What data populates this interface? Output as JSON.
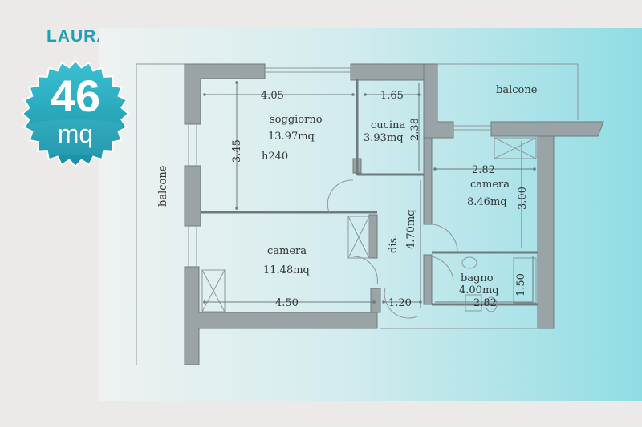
{
  "brand": {
    "name": "LAURA"
  },
  "badge": {
    "value": "46",
    "unit": "mq"
  },
  "plan": {
    "rooms": {
      "soggiorno": {
        "name": "soggiorno",
        "area": "13.97mq",
        "height": "h240"
      },
      "cucina": {
        "name": "cucina",
        "area": "3.93mq"
      },
      "camera_big": {
        "name": "camera",
        "area": "11.48mq"
      },
      "camera_right": {
        "name": "camera",
        "area": "8.46mq"
      },
      "bagno": {
        "name": "bagno",
        "area": "4.00mq"
      },
      "dis": {
        "name": "dis."
      }
    },
    "balconies": {
      "left": "balcone",
      "top_right": "balcone"
    },
    "dimensions": {
      "soggiorno_w": "4.05",
      "cucina_w": "1.65",
      "cucina_h": "2.38",
      "soggiorno_h": "3.45",
      "camera_right_w": "2.82",
      "camera_right_h": "3.00",
      "dis_len": "4.70mq",
      "camera_big_w": "4.50",
      "dis_w": "1.20",
      "bagno_w": "2.82",
      "bagno_h": "1.50"
    }
  },
  "colors": {
    "brand": "#1f9fb4",
    "badge": "#1fa7bb",
    "wall": "#9aa4a6",
    "panel_right": "#8fdde4"
  }
}
